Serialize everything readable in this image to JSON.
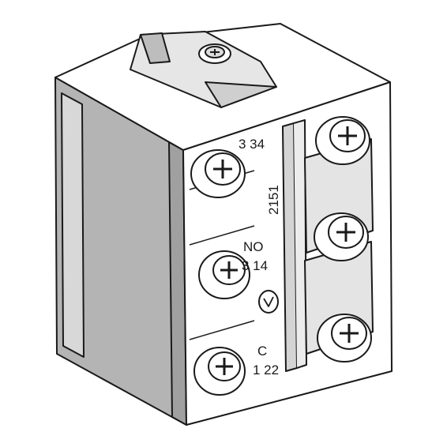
{
  "labels": {
    "top_pair": "3 34",
    "vertical_code": "2151",
    "no_text": "NO",
    "mid_pair": "3 14",
    "c_text": "C",
    "bottom_pair": "1 22"
  },
  "colors": {
    "outline": "#1a1a1a",
    "body_side": "#b4b4b4",
    "body_top": "#ffffff",
    "face": "#ffffff",
    "shadow": "#c8c8c8",
    "screw": "#ffffff"
  },
  "icons": [
    "screw-terminal-icon",
    "arrow-marker-icon"
  ]
}
